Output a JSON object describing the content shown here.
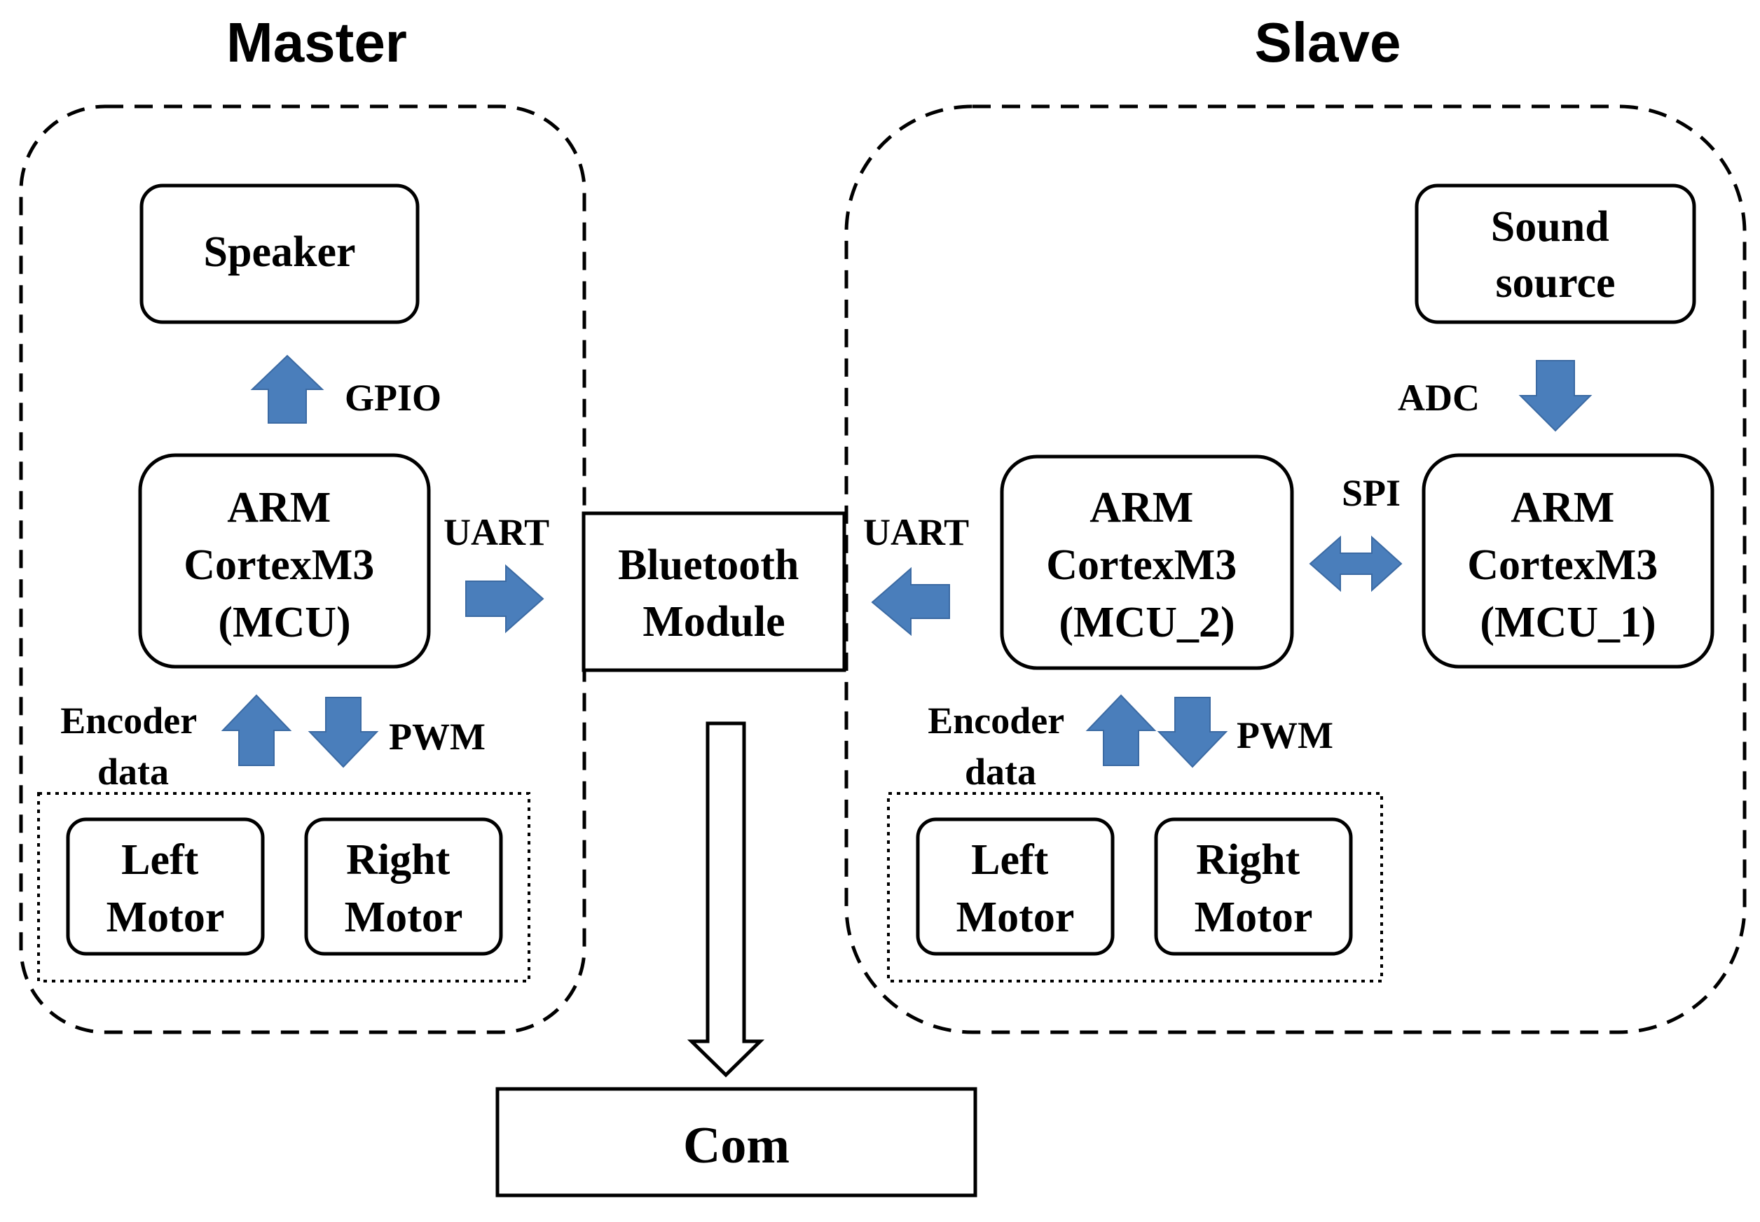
{
  "titles": {
    "master": "Master",
    "slave": "Slave"
  },
  "master": {
    "speaker": [
      "Speaker"
    ],
    "mcu": [
      "ARM",
      "CortexM3",
      "(MCU)"
    ],
    "gpio": "GPIO",
    "uart": "UART",
    "encoder": [
      "Encoder",
      "data"
    ],
    "pwm": "PWM",
    "left_motor": [
      "Left",
      "Motor"
    ],
    "right_motor": [
      "Right",
      "Motor"
    ]
  },
  "bluetooth": [
    "Bluetooth",
    "Module"
  ],
  "com": "Com",
  "slave": {
    "sound_source": [
      "Sound",
      "source"
    ],
    "adc": "ADC",
    "spi": "SPI",
    "uart": "UART",
    "mcu2": [
      "ARM",
      "CortexM3",
      "(MCU_2)"
    ],
    "mcu1": [
      "ARM",
      "CortexM3",
      "(MCU_1)"
    ],
    "encoder": [
      "Encoder",
      "data"
    ],
    "pwm": "PWM",
    "left_motor": [
      "Left",
      "Motor"
    ],
    "right_motor": [
      "Right",
      "Motor"
    ]
  },
  "colors": {
    "arrow_fill": "#4a7ebb",
    "line": "#000000"
  }
}
